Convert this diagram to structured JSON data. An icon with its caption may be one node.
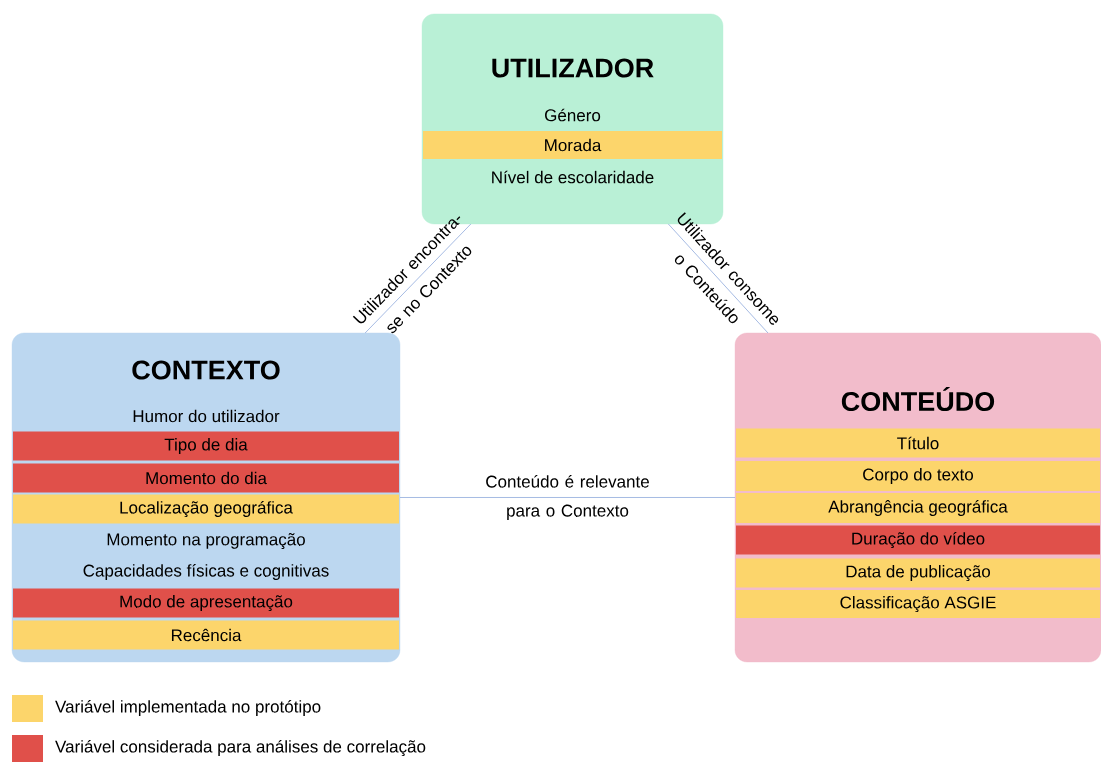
{
  "diagram": {
    "nodes": [
      {
        "text": [
          "UTILIZADOR"
        ]
      },
      {
        "text": [
          "Género"
        ],
        "in": 0
      },
      {
        "text": [
          "Morada"
        ],
        "in": 0
      },
      {
        "text": [
          "Nível de escolaridade"
        ],
        "in": 0
      },
      {
        "text": [
          "CONTEXTO"
        ]
      },
      {
        "text": [
          "Humor do utilizador"
        ],
        "in": 4
      },
      {
        "text": [
          "Tipo de dia"
        ],
        "in": 4
      },
      {
        "text": [
          "Momento do dia"
        ],
        "in": 4
      },
      {
        "text": [
          "Localização geográfica"
        ],
        "in": 4
      },
      {
        "text": [
          "Momento na programação"
        ],
        "in": 4
      },
      {
        "text": [
          "Capacidades físicas e cognitivas"
        ],
        "in": 4
      },
      {
        "text": [
          "Modo de apresentação"
        ],
        "in": 4
      },
      {
        "text": [
          "Recência"
        ],
        "in": 4
      },
      {
        "text": [
          "CONTEÚDO"
        ]
      },
      {
        "text": [
          "Título"
        ],
        "in": 13
      },
      {
        "text": [
          "Corpo do texto"
        ],
        "in": 13
      },
      {
        "text": [
          "Abrangência geográfica"
        ],
        "in": 13
      },
      {
        "text": [
          "Duração do vídeo"
        ],
        "in": 13
      },
      {
        "text": [
          "Data de publicação"
        ],
        "in": 13
      },
      {
        "text": [
          "Classificação ASGIE"
        ],
        "in": 13
      }
    ],
    "edges": [
      {
        "from": 0,
        "to": 4,
        "arrow": "none",
        "label": "Utilizador encontra-se no Contexto"
      },
      {
        "from": 0,
        "to": 13,
        "arrow": "none",
        "label": "Utilizador consome o Conteúdo"
      },
      {
        "from": 4,
        "to": 13,
        "arrow": "none",
        "label": "Conteúdo é relevante para o Contexto"
      }
    ],
    "legend": [
      {
        "text": "Variável implementada no protótipo",
        "color": "#fcd56b"
      },
      {
        "text": "Variável considerada para análises de correlação",
        "color": "#e0504a"
      }
    ]
  }
}
